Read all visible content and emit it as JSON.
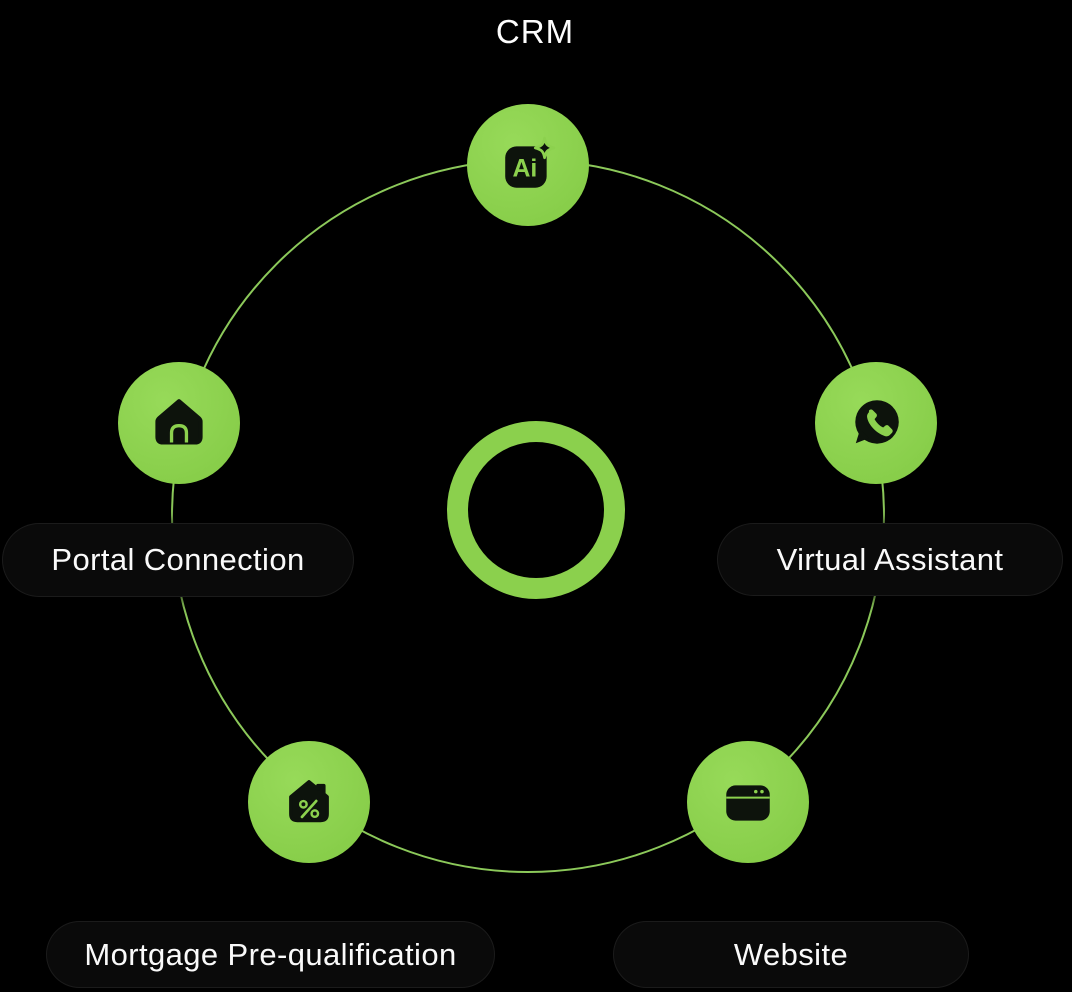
{
  "title": "CRM",
  "nodes": {
    "crm": {
      "label": "CRM",
      "icon": "ai-sparkle-icon",
      "icon_text": "Ai"
    },
    "portal": {
      "label": "Portal Connection",
      "icon": "home-icon"
    },
    "virtual": {
      "label": "Virtual Assistant",
      "icon": "whatsapp-icon"
    },
    "mortgage": {
      "label": "Mortgage Pre-qualification",
      "icon": "house-percent-icon"
    },
    "website": {
      "label": "Website",
      "icon": "browser-window-icon"
    }
  },
  "center": {
    "icon": "ring-icon"
  },
  "colors": {
    "background": "#000000",
    "node_green": "#8cd14e",
    "orbit_stroke_green": "#8cc95a",
    "ring_green": "#8bd04d",
    "icon_dark": "#0d130c",
    "pill_background": "#0a0a0a",
    "label_text": "#fafafa",
    "title_text": "#fdfdfd"
  }
}
